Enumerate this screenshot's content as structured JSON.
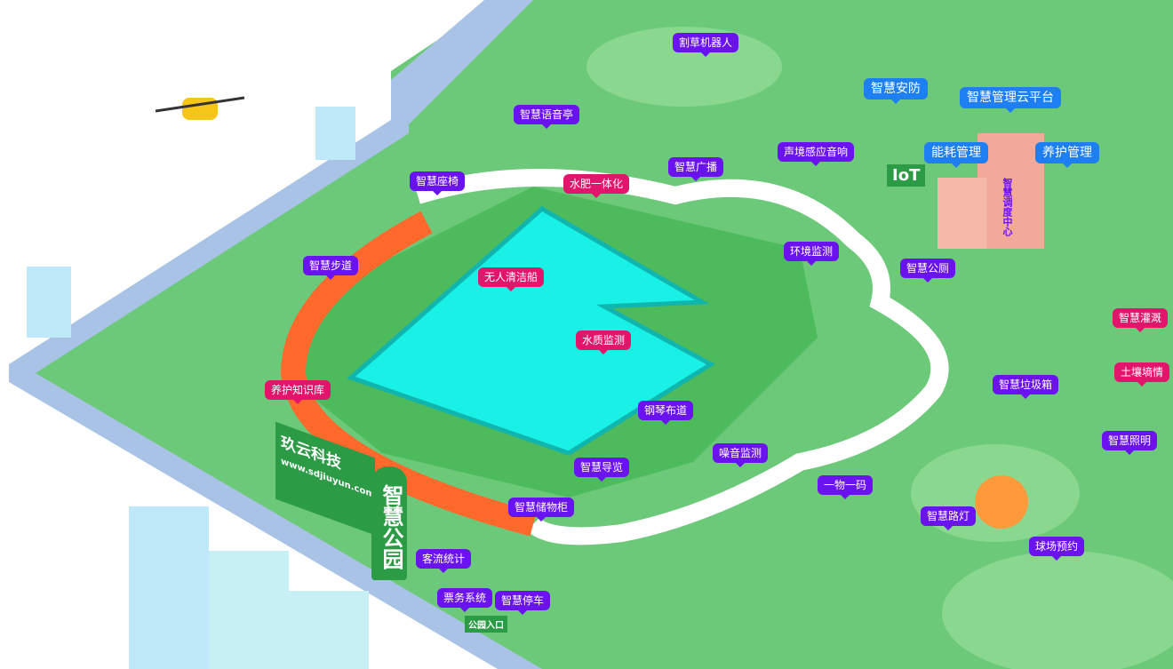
{
  "labels": [
    {
      "text": "割草机器人",
      "style": "purple"
    },
    {
      "text": "智慧安防",
      "style": "blue"
    },
    {
      "text": "智慧管理云平台",
      "style": "blue"
    },
    {
      "text": "能耗管理",
      "style": "blue"
    },
    {
      "text": "养护管理",
      "style": "blue"
    },
    {
      "text": "声境感应音响",
      "style": "purple"
    },
    {
      "text": "智慧语音亭",
      "style": "purple"
    },
    {
      "text": "智慧广播",
      "style": "purple"
    },
    {
      "text": "水肥一体化",
      "style": "magenta"
    },
    {
      "text": "智慧座椅",
      "style": "purple"
    },
    {
      "text": "环境监测",
      "style": "purple"
    },
    {
      "text": "智慧公厕",
      "style": "purple"
    },
    {
      "text": "智慧步道",
      "style": "purple"
    },
    {
      "text": "无人清洁船",
      "style": "magenta"
    },
    {
      "text": "水质监测",
      "style": "magenta"
    },
    {
      "text": "智慧灌溉",
      "style": "magenta"
    },
    {
      "text": "土壤墒情",
      "style": "magenta"
    },
    {
      "text": "智慧垃圾箱",
      "style": "purple"
    },
    {
      "text": "养护知识库",
      "style": "magenta"
    },
    {
      "text": "钢琴布道",
      "style": "purple"
    },
    {
      "text": "智慧照明",
      "style": "purple"
    },
    {
      "text": "噪音监测",
      "style": "purple"
    },
    {
      "text": "智慧导览",
      "style": "purple"
    },
    {
      "text": "一物一码",
      "style": "purple"
    },
    {
      "text": "智慧储物柜",
      "style": "purple"
    },
    {
      "text": "智慧路灯",
      "style": "purple"
    },
    {
      "text": "球场预约",
      "style": "purple"
    },
    {
      "text": "客流统计",
      "style": "purple"
    },
    {
      "text": "票务系统",
      "style": "purple"
    },
    {
      "text": "智慧停车",
      "style": "purple"
    }
  ],
  "signs": {
    "company": "玖云科技",
    "website": "www.sdjiuyun.com",
    "park": "智慧公园",
    "iot": "IoT",
    "center": "智慧调度中心",
    "entrance": "公园入口"
  },
  "colors": {
    "purple": "#6b12f0",
    "magenta": "#e3146c",
    "blue": "#1d7ff2",
    "grass": "#5ec46a",
    "water": "#19f0e6",
    "track": "#ff6a2c"
  }
}
